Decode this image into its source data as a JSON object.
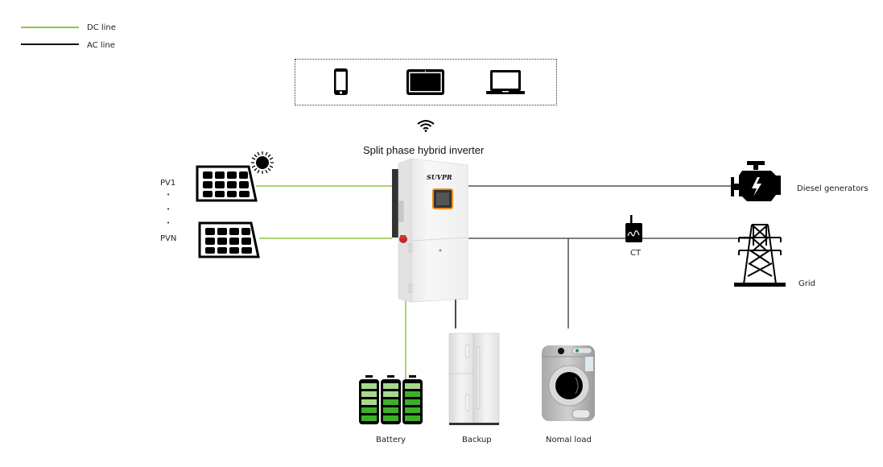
{
  "legend": {
    "items": [
      {
        "label": "DC line",
        "color": "#8dc63f"
      },
      {
        "label": "AC line",
        "color": "#111111"
      }
    ]
  },
  "monitoring": {
    "devices": [
      "phone-icon",
      "tablet-icon",
      "laptop-icon"
    ],
    "connection": "wifi-icon"
  },
  "inverter": {
    "title": "Split phase hybrid inverter",
    "brand": "SUVPR",
    "screen_border_color": "#f08a1c"
  },
  "pv": {
    "first_label": "PV1",
    "last_label": "PVN",
    "ellipsis": [
      "•",
      "•",
      "•"
    ]
  },
  "nodes": {
    "diesel": "Diesel generators",
    "ct": "CT",
    "grid": "Grid",
    "battery": "Battery",
    "backup": "Backup",
    "normal_load": "Nomal load"
  },
  "colors": {
    "dc_line": "#8dc63f",
    "ac_line": "#111111",
    "battery_green": "#3fae29",
    "battery_light": "#a6d98c"
  }
}
